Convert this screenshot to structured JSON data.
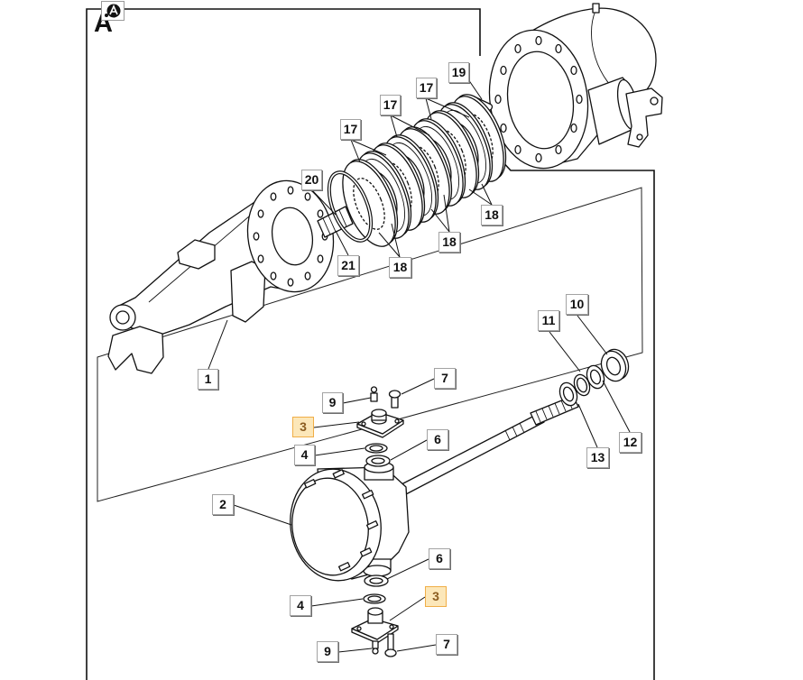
{
  "section": {
    "label": "A",
    "icon": "section-icon"
  },
  "callouts": [
    {
      "label": "19",
      "highlighted": false
    },
    {
      "label": "17",
      "highlighted": false
    },
    {
      "label": "17",
      "highlighted": false
    },
    {
      "label": "17",
      "highlighted": false
    },
    {
      "label": "20",
      "highlighted": false
    },
    {
      "label": "18",
      "highlighted": false
    },
    {
      "label": "18",
      "highlighted": false
    },
    {
      "label": "18",
      "highlighted": false
    },
    {
      "label": "21",
      "highlighted": false
    },
    {
      "label": "1",
      "highlighted": false
    },
    {
      "label": "10",
      "highlighted": false
    },
    {
      "label": "11",
      "highlighted": false
    },
    {
      "label": "7",
      "highlighted": false
    },
    {
      "label": "9",
      "highlighted": false
    },
    {
      "label": "3",
      "highlighted": true
    },
    {
      "label": "6",
      "highlighted": false
    },
    {
      "label": "4",
      "highlighted": false
    },
    {
      "label": "12",
      "highlighted": false
    },
    {
      "label": "13",
      "highlighted": false
    },
    {
      "label": "2",
      "highlighted": false
    },
    {
      "label": "6",
      "highlighted": false
    },
    {
      "label": "3",
      "highlighted": true
    },
    {
      "label": "4",
      "highlighted": false
    },
    {
      "label": "7",
      "highlighted": false
    },
    {
      "label": "9",
      "highlighted": false
    }
  ],
  "colors": {
    "highlight_fill": "#fce7b9",
    "highlight_border": "#f0ae47",
    "highlight_text": "#8b5c20",
    "line": "#111111"
  }
}
